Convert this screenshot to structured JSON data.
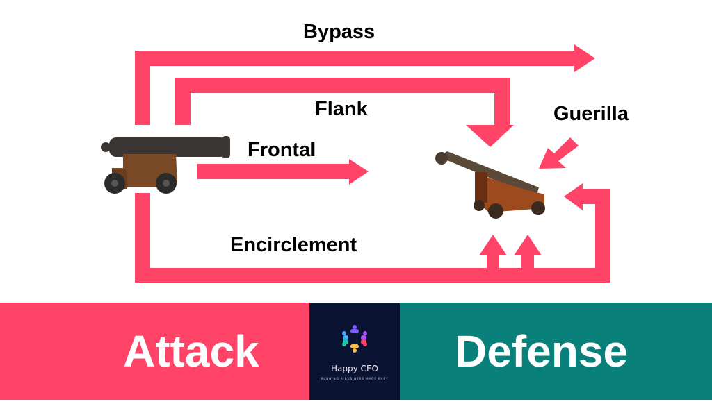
{
  "diagram": {
    "title": "Attack vs Defense strategies",
    "labels": {
      "bypass": "Bypass",
      "flank": "Flank",
      "frontal": "Frontal",
      "guerilla": "Guerilla",
      "encirclement": "Encirclement"
    },
    "attacker": "cannon-left",
    "defender": "cannon-right"
  },
  "footer": {
    "attack_label": "Attack",
    "defense_label": "Defense",
    "logo": {
      "name": "Happy CEO",
      "tagline": "RUNNING A BUSINESS MADE EASY"
    }
  },
  "colors": {
    "arrow": "#ff4468",
    "attack_bg": "#ff4468",
    "defense_bg": "#0a807a",
    "logo_bg": "#0b1333"
  }
}
